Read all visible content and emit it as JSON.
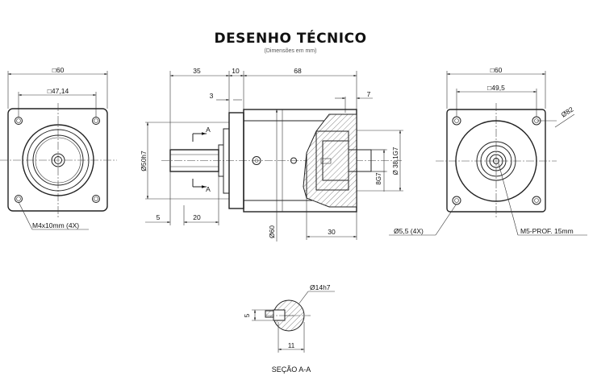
{
  "header": {
    "title": "DESENHO TÉCNICO",
    "subtitle": "(Dimensões em mm)"
  },
  "left_view": {
    "square": "□60",
    "pitch_square": "□47,14",
    "thread": "M4x10mm (4X)"
  },
  "side_view": {
    "d35": "35",
    "d10": "10",
    "d68": "68",
    "d3": "3",
    "d7": "7",
    "shaft_dia": "Ø50h7",
    "bore_dia": "Ø 38,1G7",
    "bore_g7": "8G7",
    "body_dia": "Ø60",
    "d5": "5",
    "d20": "20",
    "d30": "30",
    "section_mark": "A"
  },
  "right_view": {
    "square": "□60",
    "pitch_square": "□49,5",
    "bolt_circle": "Ø82",
    "hole": "Ø5,5 (4X)",
    "thread": "M5-PROF. 15mm"
  },
  "section": {
    "shaft_dia": "Ø14h7",
    "key_height": "5",
    "key_depth": "11",
    "caption": "SEÇÃO A-A"
  }
}
